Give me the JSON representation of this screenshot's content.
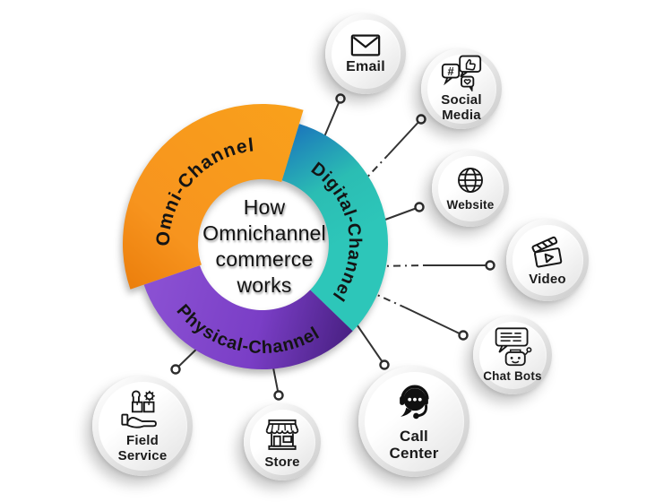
{
  "center": {
    "text": "How\nOmnichannel\ncommerce\nworks"
  },
  "ring": {
    "segments": [
      {
        "id": "omni-channel",
        "label": "Omni-Channel",
        "color_start": "#F9A01B",
        "color_end": "#EB7E0C"
      },
      {
        "id": "digital-channel",
        "label": "Digital-Channel",
        "color_start": "#1B75BC",
        "color_end": "#2CC4B7"
      },
      {
        "id": "physical-channel",
        "label": "Physical-Channel",
        "color_start": "#8B51D3",
        "color_end": "#471F80"
      }
    ]
  },
  "satellites": [
    {
      "label": "Email",
      "icon": "email-icon"
    },
    {
      "label": "Social\nMedia",
      "icon": "social-media-icon"
    },
    {
      "label": "Website",
      "icon": "website-icon"
    },
    {
      "label": "Video",
      "icon": "video-icon"
    },
    {
      "label": "Chat Bots",
      "icon": "chat-bots-icon"
    },
    {
      "label": "Call\nCenter",
      "icon": "call-center-icon"
    },
    {
      "label": "Store",
      "icon": "store-icon"
    },
    {
      "label": "Field\nService",
      "icon": "field-service-icon"
    }
  ],
  "connector_color": "#333333",
  "background": "#FFFFFF"
}
